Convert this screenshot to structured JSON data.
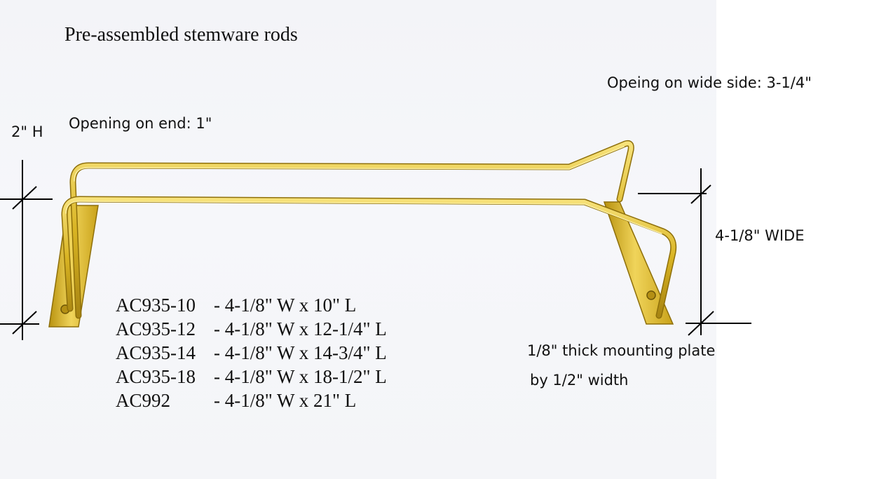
{
  "title": "Pre-assembled stemware rods",
  "labels": {
    "height": "2\" H",
    "end_opening": "Opening on end:  1\"",
    "wide_side_opening": "Opeing on wide side: 3-1/4\"",
    "width": "4-1/8\" WIDE",
    "plate_line1": "1/8\" thick mounting plate",
    "plate_line2": "by 1/2\" width"
  },
  "models": [
    {
      "code": "AC935-10",
      "size": "- 4-1/8\" W x 10\" L"
    },
    {
      "code": "AC935-12",
      "size": "- 4-1/8\" W x 12-1/4\" L"
    },
    {
      "code": "AC935-14",
      "size": "- 4-1/8\" W x 14-3/4\" L"
    },
    {
      "code": "AC935-18",
      "size": "- 4-1/8\" W x 18-1/2\" L"
    },
    {
      "code": "AC992",
      "size": "- 4-1/8\" W x 21\" L"
    }
  ],
  "colors": {
    "brass": "#d9b423",
    "brass_dark": "#a88512",
    "brass_light": "#f7e27a",
    "dimension_lines": "#000000",
    "photo_background": "#f4f5f8"
  }
}
